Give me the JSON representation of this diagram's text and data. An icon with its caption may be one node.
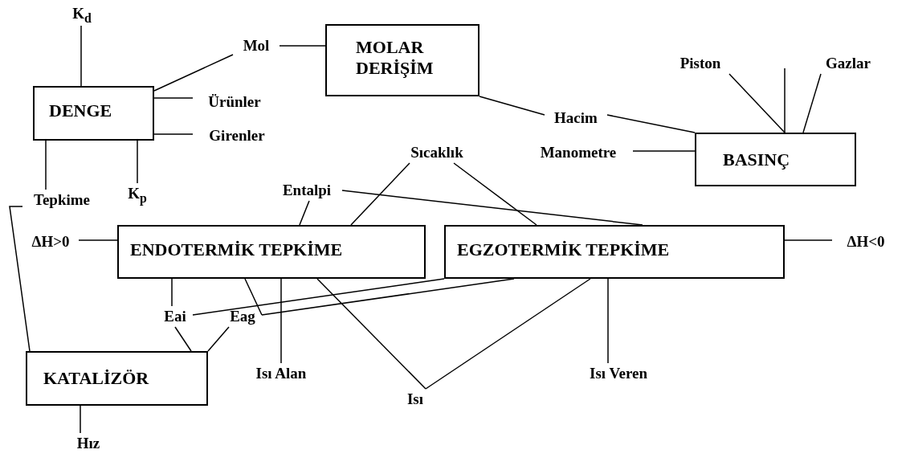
{
  "diagram": {
    "nodes": [
      {
        "text": [
          "K$_{d}$"
        ]
      },
      {
        "text": [
          "Mol"
        ]
      },
      {
        "text": [
          "MOLAR DERİŞİM"
        ]
      },
      {
        "text": [
          "Piston"
        ]
      },
      {
        "text": [
          "Gazlar"
        ]
      },
      {
        "text": [
          "DENGE"
        ]
      },
      {
        "text": [
          "Ürünler"
        ]
      },
      {
        "text": [
          "Hacim"
        ]
      },
      {
        "text": [
          "Girenler"
        ]
      },
      {
        "text": [
          "Sıcaklık"
        ]
      },
      {
        "text": [
          "Manometre"
        ]
      },
      {
        "text": [
          "BASINÇ"
        ]
      },
      {
        "text": [
          "Tepkime"
        ]
      },
      {
        "text": [
          "K$_{p}$"
        ]
      },
      {
        "text": [
          "Entalpi"
        ]
      },
      {
        "text": [
          "ΔH>0"
        ]
      },
      {
        "text": [
          "ENDOTERMİK TEPKİME"
        ]
      },
      {
        "text": [
          "EGZOTERMİK TEPKİME"
        ]
      },
      {
        "text": [
          "ΔH<0"
        ]
      },
      {
        "text": [
          "Eai"
        ]
      },
      {
        "text": [
          "Eag"
        ]
      },
      {
        "text": [
          "KATALİZÖR"
        ]
      },
      {
        "text": [
          "Isı Alan"
        ]
      },
      {
        "text": [
          "Isı Veren"
        ]
      },
      {
        "text": [
          "Isı"
        ]
      },
      {
        "text": [
          "Hız"
        ]
      }
    ],
    "edges": [
      {
        "from": 0,
        "to": 5,
        "arrow": "none"
      },
      {
        "from": 5,
        "to": 1,
        "arrow": "none"
      },
      {
        "from": 5,
        "to": 6,
        "arrow": "none"
      },
      {
        "from": 5,
        "to": 8,
        "arrow": "none"
      },
      {
        "from": 5,
        "to": 12,
        "arrow": "none"
      },
      {
        "from": 5,
        "to": 13,
        "arrow": "none"
      },
      {
        "from": 1,
        "to": 2,
        "arrow": "none"
      },
      {
        "from": 2,
        "to": 7,
        "arrow": "none"
      },
      {
        "from": 7,
        "to": 11,
        "arrow": "none"
      },
      {
        "from": 10,
        "to": 11,
        "arrow": "none"
      },
      {
        "from": 3,
        "to": 11,
        "arrow": "none"
      },
      {
        "from": null,
        "to": 11,
        "arrow": "none"
      },
      {
        "from": 4,
        "to": 11,
        "arrow": "none"
      },
      {
        "from": 12,
        "to": 21,
        "arrow": "none"
      },
      {
        "from": 14,
        "to": 16,
        "arrow": "none"
      },
      {
        "from": 14,
        "to": 17,
        "arrow": "none"
      },
      {
        "from": 9,
        "to": 16,
        "arrow": "none"
      },
      {
        "from": 9,
        "to": 17,
        "arrow": "none"
      },
      {
        "from": 15,
        "to": 16,
        "arrow": "none"
      },
      {
        "from": 17,
        "to": 18,
        "arrow": "none"
      },
      {
        "from": 16,
        "to": 19,
        "arrow": "none"
      },
      {
        "from": 17,
        "to": 19,
        "arrow": "none"
      },
      {
        "from": 16,
        "to": 20,
        "arrow": "none"
      },
      {
        "from": 17,
        "to": 20,
        "arrow": "none"
      },
      {
        "from": 16,
        "to": 22,
        "arrow": "none"
      },
      {
        "from": 16,
        "to": 24,
        "arrow": "none"
      },
      {
        "from": 17,
        "to": 24,
        "arrow": "none"
      },
      {
        "from": 17,
        "to": 23,
        "arrow": "none"
      },
      {
        "from": 19,
        "to": 21,
        "arrow": "none"
      },
      {
        "from": 20,
        "to": 21,
        "arrow": "none"
      },
      {
        "from": 21,
        "to": 25,
        "arrow": "none"
      }
    ]
  }
}
